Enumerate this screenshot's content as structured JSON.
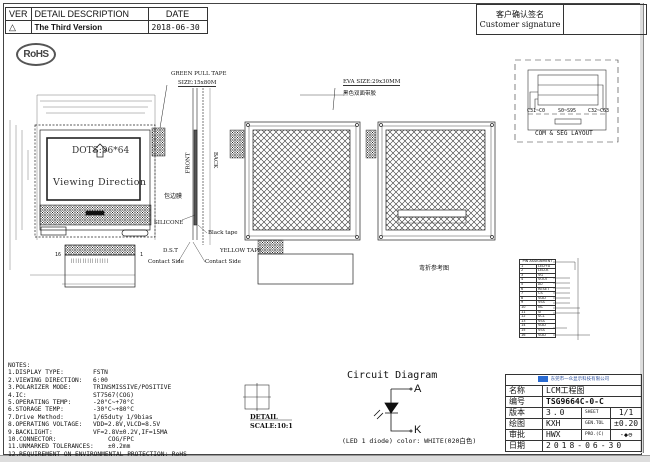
{
  "revision_table": {
    "headers": {
      "ver": "VER",
      "description": "DETAIL DESCRIPTION",
      "date": "DATE"
    },
    "rows": [
      {
        "ver_icon": "warning-triangle-icon",
        "description": "The Third Version",
        "date": "2018-06-30"
      }
    ]
  },
  "customer_signature": {
    "label_cn": "客户确认签名",
    "label_en": "Customer signature"
  },
  "rohs_logo": "RoHS",
  "front_view": {
    "dots": "DOTS:96*64",
    "viewing_direction": "Viewing Direction",
    "pin_first": "16",
    "pin_last": "1"
  },
  "side_view": {
    "green_pull_tape": "GREEN PULL TAPE",
    "green_pull_tape_size": "SIZE:15x80M",
    "front": "FRONT",
    "back": "BACK",
    "edge_film": "包边膜",
    "silicone": "SILICONE",
    "black_tape": "Black tape",
    "dst": "D.S.T",
    "yellow_tape": "YELLOW TAPE",
    "contact_side_left": "Contact Side",
    "contact_side_right": "Contact Side"
  },
  "back_view": {
    "eva_size": "EVA  SIZE:29x30MM",
    "eva_note": "黑色双面带胶"
  },
  "bend_view": {
    "caption": "弯折参考图"
  },
  "com_seg_layout": {
    "title": "COM & SEG LAYOUT",
    "left": "C31~C0",
    "mid": "S0~S95",
    "right": "C32~C63"
  },
  "pin_assignment": {
    "title": "PIN ASSIGNMENT",
    "pins": [
      {
        "no": "1",
        "name": "LED+A"
      },
      {
        "no": "2",
        "name": "LED-K"
      },
      {
        "no": "3",
        "name": "VG"
      },
      {
        "no": "4",
        "name": "VOUT"
      },
      {
        "no": "5",
        "name": "A0"
      },
      {
        "no": "6",
        "name": "RESET"
      },
      {
        "no": "7",
        "name": "CS"
      },
      {
        "no": "8",
        "name": "VDD"
      },
      {
        "no": "9",
        "name": "VSS"
      },
      {
        "no": "10",
        "name": "NC"
      },
      {
        "no": "11",
        "name": "SI"
      },
      {
        "no": "12",
        "name": "SCL"
      },
      {
        "no": "13",
        "name": "VSS"
      },
      {
        "no": "14",
        "name": "VDD"
      },
      {
        "no": "15",
        "name": "VSS"
      },
      {
        "no": "16",
        "name": "VDD"
      }
    ]
  },
  "notes": {
    "title": "NOTES:",
    "items": [
      {
        "k": "1.DISPLAY TYPE:",
        "v": "FSTN"
      },
      {
        "k": "2.VIEWING DIRECTION:",
        "v": "6:00"
      },
      {
        "k": "3.POLARIZER MODE:",
        "v": "TRINSMISSIVE/POSITIVE"
      },
      {
        "k": "4.IC:",
        "v": "ST7567(COG)"
      },
      {
        "k": "5.OPERATING TEMP:",
        "v": "-20°C~+70°C"
      },
      {
        "k": "6.STORAGE TEMP:",
        "v": "-30°C~+80°C"
      },
      {
        "k": "7.Drive Method:",
        "v": "1/65duty  1/9bias"
      },
      {
        "k": "8.OPERATING VOLTAGE:",
        "v": "VDD=2.8V,VLCD=8.5V"
      },
      {
        "k": "9.BACKLIGHT:",
        "v": "VF=2.8V±0.2V,IF=15MA"
      },
      {
        "k": "10.CONNECTOR:",
        "v": "COG/FPC"
      },
      {
        "k": "11.UNMARKED TOLERANCES:",
        "v": "±0.2mm"
      },
      {
        "k": "12.REQUIREMENT ON ENVIRONMENTAL PROTECTION:",
        "v": "RoHS"
      }
    ]
  },
  "detail": {
    "label": "DETAIL",
    "scale": "SCALE:10:1"
  },
  "circuit": {
    "title": "Circuit Diagram",
    "anode": "A",
    "cathode": "K",
    "caption": "(LED 1 diode) color: WHITE(020白色)"
  },
  "title_block": {
    "company": "东莞市一众显示科技有限公司",
    "name_label": "名称",
    "name": "LCM工程图",
    "number_label": "编号",
    "number": "TSG9664C-0-C",
    "version_label": "版本",
    "version": "3.0",
    "sheet_label": "SHEET",
    "sheet": "1/1",
    "drawn_label": "绘图",
    "drawn": "KXH",
    "tol_label": "GEN.TOL",
    "tol": "±0.20",
    "approved_label": "审批",
    "approved": "HWX",
    "proj_label": "PRO.(C)",
    "date_label": "日期",
    "date": "2018-06-30"
  }
}
